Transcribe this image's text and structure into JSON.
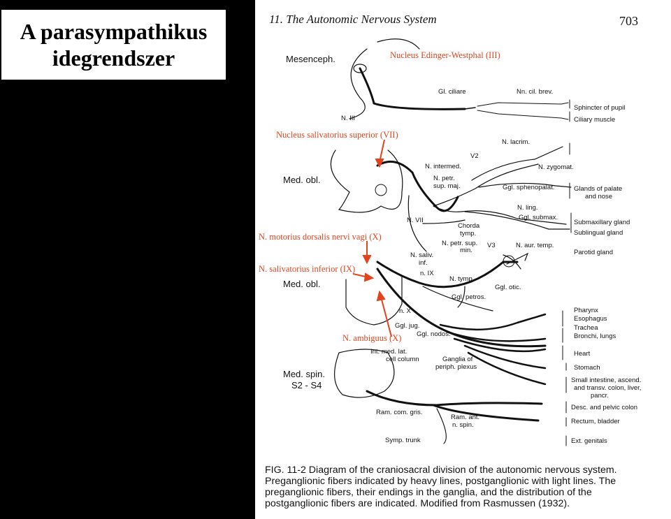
{
  "slide_title": {
    "line1": "A parasympathikus",
    "line2": "idegrendszer"
  },
  "header": {
    "chapter": "11.  The Autonomic Nervous System",
    "page_number": "703"
  },
  "red_annotations": {
    "edinger": "Nucleus Edinger-Westphal (III)",
    "salivatorius_sup": "Nucleus salivatorius superior (VII)",
    "motorius_vagi": "N. motorius dorsalis nervi vagi (X)",
    "salivatorius_inf": "N. salivatorius inferior (IX)",
    "ambiguus": "N. ambiguus (X)"
  },
  "labels": {
    "mesenceph": "Mesenceph.",
    "gl_ciliare": "Gl. ciliare",
    "nn_cil_brev": "Nn. cil. brev.",
    "n_iii": "N. III",
    "sphincter": "Sphincter of pupil",
    "ciliary": "Ciliary muscle",
    "n_lacrim": "N. lacrim.",
    "n_intermed": "N. intermed.",
    "v2": "V2",
    "n_zygomat": "N. zygomat.",
    "med_obl_1": "Med. obl.",
    "n_petr_sup_maj_1": "N. petr.",
    "n_petr_sup_maj_2": "sup. maj.",
    "ggl_sphenopalat": "Ggl. sphenopalat.",
    "glands_palate_1": "Glands of palate",
    "glands_palate_2": "and nose",
    "n_ling": "N. ling.",
    "ggl_submax": "Ggl. submax.",
    "submaxillary": "Submaxillary gland",
    "sublingual": "Sublingual gland",
    "n_vii": "N. VII",
    "chorda_1": "Chorda",
    "chorda_2": "tymp.",
    "n_petr_sup_min_1": "N. petr. sup.",
    "n_petr_sup_min_2": "min.",
    "v3": "V3",
    "n_aur_temp": "N. aur. temp.",
    "parotid": "Parotid gland",
    "n_saliv_inf_1": "N. saliv.",
    "n_saliv_inf_2": "inf.",
    "med_obl_2": "Med. obl.",
    "n_ix": "n. IX",
    "n_tymp": "N. tymp.",
    "ggl_otic": "Ggl. otic.",
    "ggl_petros": "Ggl. petros.",
    "n_x": "n. X",
    "ggl_jug": "Ggl. jug.",
    "ggl_nodos": "Ggl. nodos.",
    "pharynx": "Pharynx",
    "esophagus": "Esophagus",
    "trachea": "Trachea",
    "bronchi": "Bronchi, lungs",
    "int_med_lat_1": "Int. med. lat.",
    "int_med_lat_2": "cell column",
    "ganglia_periph_1": "Ganglia of",
    "ganglia_periph_2": "periph. plexus",
    "heart": "Heart",
    "stomach": "Stomach",
    "small_int_1": "Small intestine, ascend.",
    "small_int_2": "and transv. colon, liver,",
    "small_int_3": "pancr.",
    "med_spin_1": "Med. spin.",
    "med_spin_2": "S2 - S4",
    "ram_com_gris": "Ram. com. gris.",
    "desc_pelvic": "Desc. and pelvic colon",
    "ram_ant_1": "Ram. ant.",
    "ram_ant_2": "n. spin.",
    "rectum": "Rectum, bladder",
    "symp_trunk": "Symp. trunk",
    "ext_genitals": "Ext. genitals"
  },
  "caption": {
    "line1": "FIG. 11-2  Diagram of the craniosacral division of the autonomic nervous system.",
    "line2": "Preganglionic fibers indicated by heavy lines, postganglionic with light lines. The",
    "line3": "preganglionic fibers, their endings in the ganglia, and the distribution of the",
    "line4": "postganglionic fibers are indicated. Modified from Rasmussen (1932)."
  },
  "colors": {
    "annotation_red": "#e3431d",
    "background": "#000000",
    "page": "#ffffff"
  }
}
